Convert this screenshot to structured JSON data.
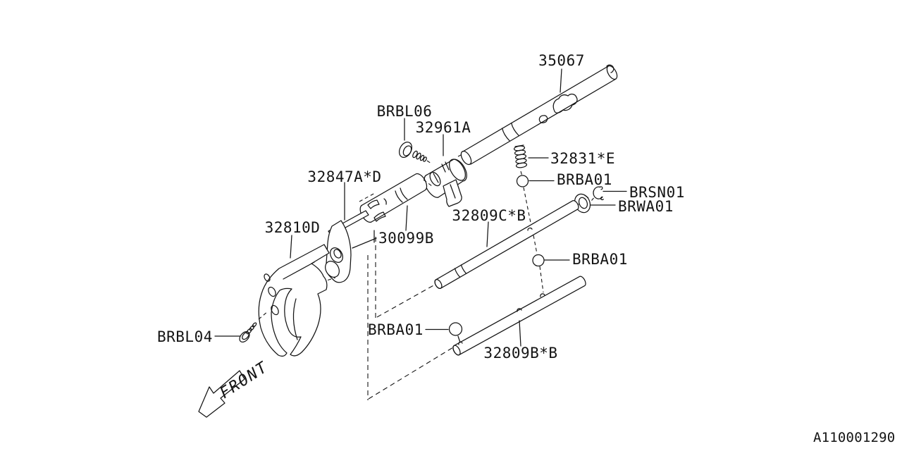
{
  "image": {
    "background_color": "#ffffff",
    "line_color": "#141414"
  },
  "labels": {
    "rod_top": "35067",
    "bolt_top": "BRBL06",
    "shift_head": "32961A",
    "spring": "32831*E",
    "ball_upper": "BRBA01",
    "snap_ring": "BRSN01",
    "washer": "BRWA01",
    "selector_arm": "32847A*D",
    "sleeve": "30099B",
    "fork": "32810D",
    "rod_middle": "32809C*B",
    "ball_middle": "BRBA01",
    "ball_lower": "BRBA01",
    "rod_bottom": "32809B*B",
    "bolt_lower": "BRBL04",
    "front_indicator": "FRONT",
    "doc_code": "A110001290"
  }
}
